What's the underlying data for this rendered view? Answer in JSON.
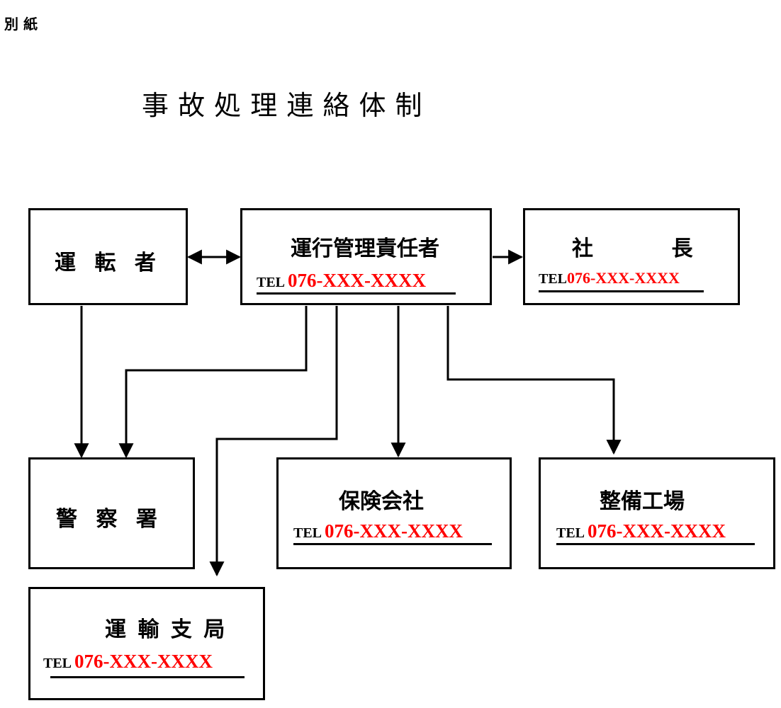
{
  "header": {
    "label": "別 紙",
    "title": "事 故 処 理 連 絡 体 制"
  },
  "nodes": {
    "driver": {
      "name": "運 転 者"
    },
    "manager": {
      "name": "運行管理責任者",
      "tel_prefix": "TEL",
      "tel_number": "076-XXX-XXXX"
    },
    "president": {
      "name": "社 長",
      "tel_prefix": "TEL",
      "tel_number": "076-XXX-XXXX"
    },
    "police": {
      "name": "警 察 署"
    },
    "insurance": {
      "name": "保険会社",
      "tel_prefix": "TEL",
      "tel_number": "076-XXX-XXXX"
    },
    "garage": {
      "name": "整備工場",
      "tel_prefix": "TEL",
      "tel_number": "076-XXX-XXXX"
    },
    "transport": {
      "name": "運 輸 支 局",
      "tel_prefix": "TEL",
      "tel_number": "076-XXX-XXXX"
    }
  },
  "colors": {
    "line": "#000000",
    "phone": "#ff0000"
  }
}
